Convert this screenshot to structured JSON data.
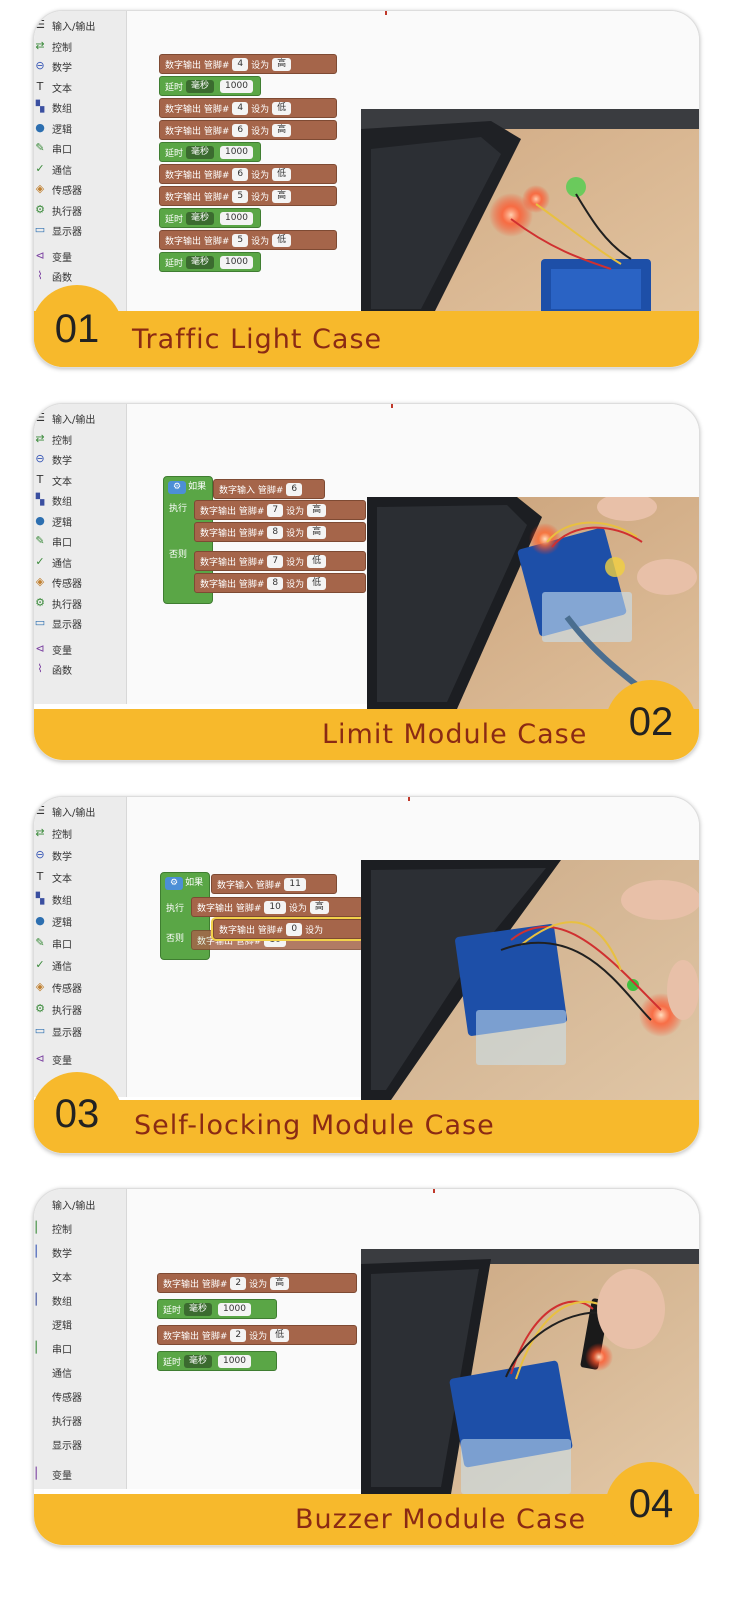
{
  "sidebar": {
    "items": [
      {
        "icon": "io-icon",
        "label": "输入/输出"
      },
      {
        "icon": "control-icon",
        "label": "控制"
      },
      {
        "icon": "math-icon",
        "label": "数学"
      },
      {
        "icon": "text-icon",
        "label": "文本"
      },
      {
        "icon": "array-icon",
        "label": "数组"
      },
      {
        "icon": "logic-icon",
        "label": "逻辑"
      },
      {
        "icon": "serial-icon",
        "label": "串口"
      },
      {
        "icon": "comm-icon",
        "label": "通信"
      },
      {
        "icon": "sensor-icon",
        "label": "传感器"
      },
      {
        "icon": "actuator-icon",
        "label": "执行器"
      },
      {
        "icon": "display-icon",
        "label": "显示器"
      },
      {
        "icon": "variable-icon",
        "label": "变量"
      },
      {
        "icon": "function-icon",
        "label": "函数"
      }
    ]
  },
  "blocks": {
    "digital_out": "数字输出 管脚#",
    "digital_in": "数字输入 管脚#",
    "set_to": "设为",
    "delay": "延时",
    "ms": "毫秒",
    "high": "高",
    "low": "低",
    "if": "如果",
    "do": "执行",
    "else": "否则",
    "v1000": "1000"
  },
  "cases": [
    {
      "num": "01",
      "title": "Traffic Light Case",
      "pins": [
        "4",
        "4",
        "6",
        "6",
        "5",
        "5"
      ]
    },
    {
      "num": "02",
      "title": "Limit Module Case",
      "pins": [
        "6",
        "7",
        "8",
        "7",
        "8"
      ]
    },
    {
      "num": "03",
      "title": "Self-locking Module Case",
      "pins": [
        "11",
        "10",
        "0",
        "10"
      ]
    },
    {
      "num": "04",
      "title": "Buzzer Module Case",
      "pins": [
        "2",
        "2"
      ]
    }
  ],
  "colors": {
    "banner": "#f7b92c",
    "title": "#8a2a14",
    "block_brown": "#a5654a",
    "block_green": "#5aa646"
  }
}
